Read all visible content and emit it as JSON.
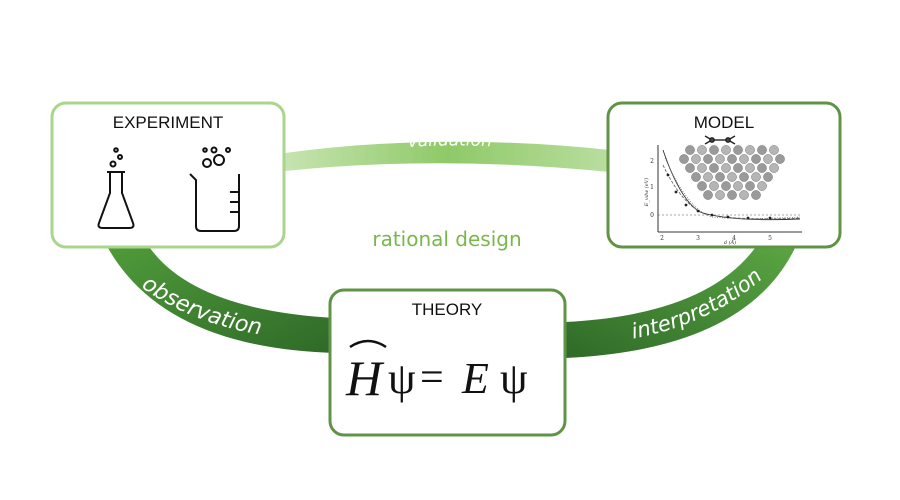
{
  "nodes": {
    "experiment": {
      "title": "EXPERIMENT"
    },
    "model": {
      "title": "MODEL",
      "plot": {
        "ylabel": "E_vdw (eV)",
        "xlabel": "d (Å)",
        "yticks": [
          "2",
          "1",
          "0"
        ],
        "xticks": [
          "2",
          "3",
          "4",
          "5"
        ]
      }
    },
    "theory": {
      "title": "THEORY",
      "equation": {
        "lhs_operator": "H",
        "hat": "^",
        "psi": "ψ",
        "equals": "=",
        "energy": "E"
      }
    }
  },
  "edges": {
    "validation": "validation",
    "observation": "observation",
    "interpretation": "interpretation"
  },
  "center_label": "rational design",
  "colors": {
    "light_green": "#a6d487",
    "dark_green": "#3c7a32",
    "border_light": "#a9d58c",
    "border_dark": "#5f9446",
    "center_text": "#78b84a",
    "ink": "#111111"
  }
}
